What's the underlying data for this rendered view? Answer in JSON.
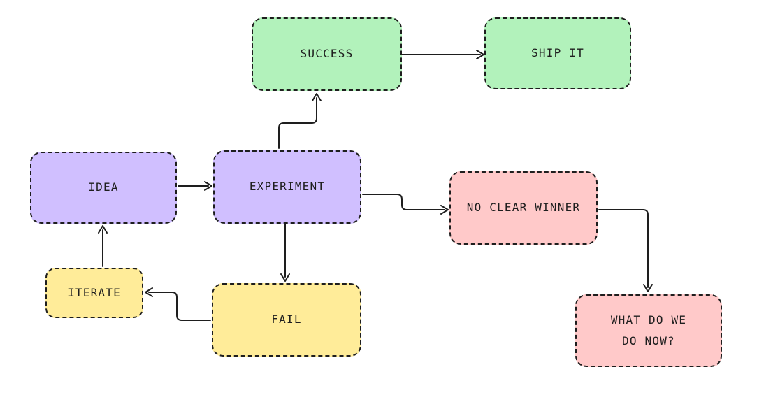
{
  "diagram": {
    "type": "flowchart",
    "background": "#ffffff",
    "stroke_color": "#1e1e1e",
    "border_style": "dashed",
    "nodes": {
      "success": {
        "label": "SUCCESS",
        "color": "#b2f2bb"
      },
      "ship_it": {
        "label": "SHIP IT",
        "color": "#b2f2bb"
      },
      "idea": {
        "label": "IDEA",
        "color": "#d0bfff"
      },
      "experiment": {
        "label": "EXPERIMENT",
        "color": "#d0bfff"
      },
      "no_clear_winner": {
        "label": "NO CLEAR WINNER",
        "color": "#ffc9c9"
      },
      "iterate": {
        "label": "ITERATE",
        "color": "#ffec99"
      },
      "fail": {
        "label": "FAIL",
        "color": "#ffec99"
      },
      "what_do_we_do_now": {
        "label": "WHAT DO WE\nDO NOW?",
        "color": "#ffc9c9"
      }
    },
    "edges": [
      {
        "from": "idea",
        "to": "experiment"
      },
      {
        "from": "experiment",
        "to": "success"
      },
      {
        "from": "success",
        "to": "ship_it"
      },
      {
        "from": "experiment",
        "to": "no_clear_winner"
      },
      {
        "from": "experiment",
        "to": "fail"
      },
      {
        "from": "fail",
        "to": "iterate"
      },
      {
        "from": "iterate",
        "to": "idea"
      },
      {
        "from": "no_clear_winner",
        "to": "what_do_we_do_now"
      }
    ]
  }
}
